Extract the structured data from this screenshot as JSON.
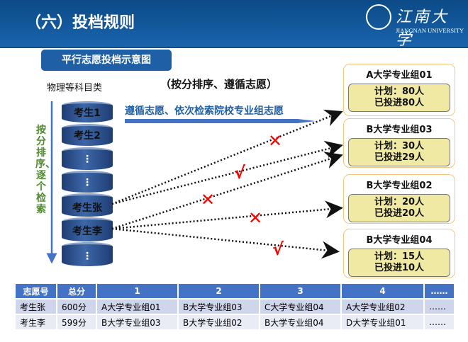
{
  "header": {
    "title": "（六）投档规则",
    "logo_cn": "江南大学",
    "logo_en": "JIANGNAN UNIVERSITY"
  },
  "diagram": {
    "badge": "平行志愿投档示意图",
    "subject": "物理等科目类",
    "rule": "（按分排序、遵循志愿）",
    "vertical_label": "按分排序、逐个检索",
    "flow_label": "遵循志愿、依次检索院校专业组志愿",
    "students": [
      "考生1",
      "考生2",
      "⋮",
      "⋮",
      "考生张",
      "考生李",
      "⋮"
    ],
    "groups": [
      {
        "name": "A大学专业组01",
        "plan": "计划：80人",
        "admitted": "已投进80人"
      },
      {
        "name": "B大学专业组03",
        "plan": "计划：30人",
        "admitted": "已投进29人"
      },
      {
        "name": "B大学专业组02",
        "plan": "计划：20人",
        "admitted": "已投进20人"
      },
      {
        "name": "B大学专业组04",
        "plan": "计划：15人",
        "admitted": "已投进10人"
      }
    ],
    "marks": {
      "cross": "✕",
      "check": "√"
    },
    "colors": {
      "header": "#1a64ad",
      "mark": "#ff0000",
      "green": "#4f8a2b"
    }
  },
  "table": {
    "headers": [
      "志愿号",
      "总分",
      "1",
      "2",
      "3",
      "4",
      "……"
    ],
    "rows": [
      [
        "考生张",
        "600分",
        "A大学专业组01",
        "B大学专业组03",
        "C大学专业组04",
        "A大学专业组02",
        "……"
      ],
      [
        "考生李",
        "599分",
        "B大学专业组03",
        "B大学专业组02",
        "B大学专业组04",
        "D大学专业组01",
        "……"
      ]
    ]
  }
}
